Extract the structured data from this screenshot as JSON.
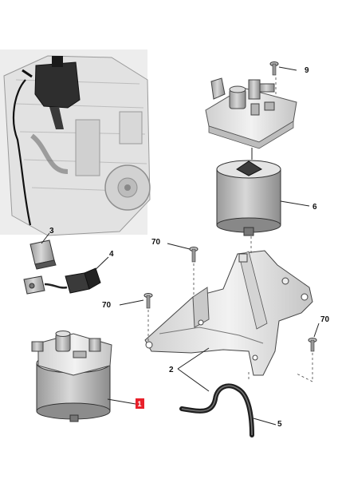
{
  "callouts": {
    "c9": "9",
    "c6": "6",
    "c3": "3",
    "c4": "4",
    "c70a": "70",
    "c70b": "70",
    "c70c": "70",
    "c2": "2",
    "c1": "1",
    "c5": "5"
  },
  "colors": {
    "highlight": "#e8202a",
    "part_fill": "#cfcfcf",
    "part_dark": "#8a8a8a",
    "line": "#222222"
  }
}
